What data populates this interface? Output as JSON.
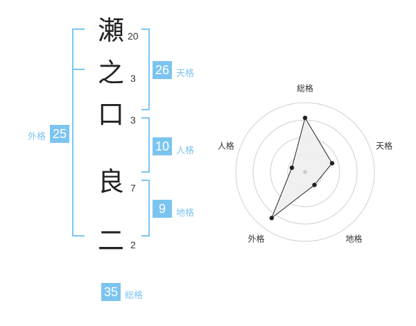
{
  "name": {
    "chars": [
      {
        "char": "瀬",
        "strokes": "20"
      },
      {
        "char": "之",
        "strokes": "3"
      },
      {
        "char": "口",
        "strokes": "3"
      },
      {
        "char": "良",
        "strokes": "7"
      },
      {
        "char": "二",
        "strokes": "2"
      }
    ]
  },
  "kaku": {
    "tenkaku": {
      "value": "26",
      "label": "天格"
    },
    "jinkaku": {
      "value": "10",
      "label": "人格"
    },
    "chikaku": {
      "value": "9",
      "label": "地格"
    },
    "gaikaku": {
      "value": "25",
      "label": "外格"
    },
    "soukaku": {
      "value": "35",
      "label": "総格"
    }
  },
  "colors": {
    "accent": "#7cc4f0"
  },
  "chart_data": {
    "type": "radar",
    "axes": [
      "総格",
      "天格",
      "地格",
      "外格",
      "人格"
    ],
    "values": [
      0.78,
      0.41,
      0.23,
      0.82,
      0.2
    ],
    "range": [
      0,
      1
    ],
    "rings": 4
  }
}
